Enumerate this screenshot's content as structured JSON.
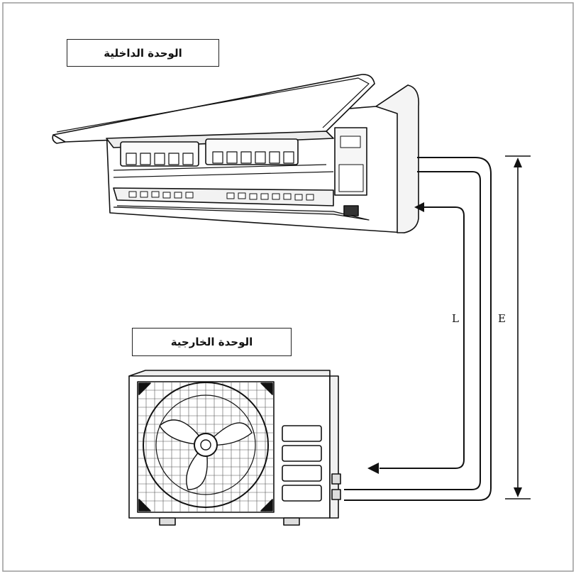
{
  "labels": {
    "indoor_unit": "الوحدة الداخلية",
    "outdoor_unit": "الوحدة الخارجية"
  },
  "dimensions": {
    "pipe_length": "L",
    "height_difference": "E"
  },
  "colors": {
    "line": "#111111",
    "frame": "#9a9a9a",
    "background": "#ffffff"
  }
}
